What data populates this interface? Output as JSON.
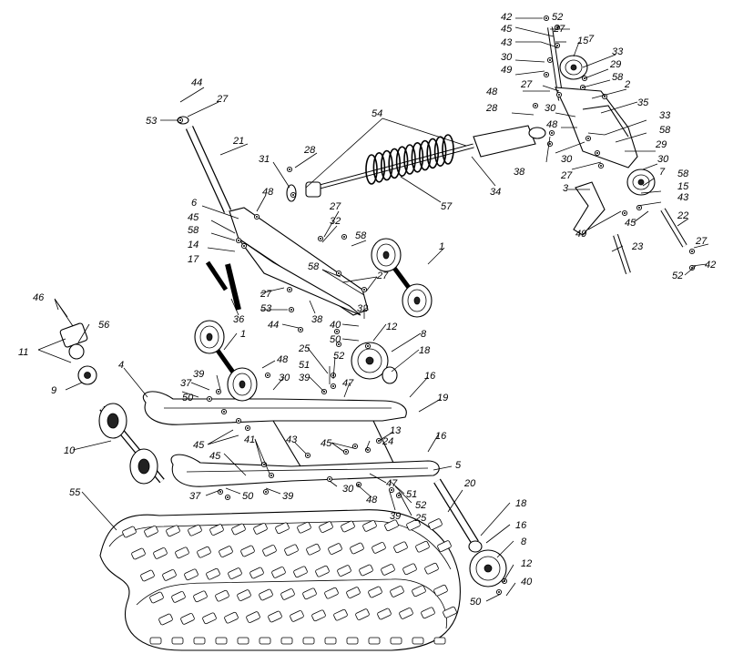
{
  "callouts": {
    "c42a": "42",
    "c52a": "52",
    "c45a": "45",
    "c27a": "27",
    "c15a": "15",
    "c7a": "7",
    "c43a": "43",
    "c33a": "33",
    "c30a": "30",
    "c29a": "29",
    "c49a": "49",
    "c58a": "58",
    "c27b": "27",
    "c2": "2",
    "c48a": "48",
    "c35": "35",
    "c28a": "28",
    "c30b": "30",
    "c33b": "33",
    "c48b": "48",
    "c58b": "58",
    "c30c": "30",
    "c29b": "29",
    "c27c": "27",
    "c30d": "30",
    "c38a": "38",
    "c7b": "7",
    "c58c": "58",
    "c3": "3",
    "c15b": "15",
    "c43b": "43",
    "c45b": "45",
    "c22": "22",
    "c49b": "49",
    "c23": "23",
    "c27d": "27",
    "c42b": "42",
    "c52b": "52",
    "c54": "54",
    "c34": "34",
    "c57": "57",
    "c28b": "28",
    "c31": "31",
    "c44a": "44",
    "c27e": "27",
    "c53a": "53",
    "c21": "21",
    "c6": "6",
    "c48c": "48",
    "c45c": "45",
    "c58d": "58",
    "c14": "14",
    "c17": "17",
    "c27f": "27",
    "c32a": "32",
    "c58e": "58",
    "c1a": "1",
    "c58f": "58",
    "c27g": "27",
    "c27h": "27",
    "c53b": "53",
    "c36": "36",
    "c38b": "38",
    "c32b": "32",
    "c44b": "44",
    "c40a": "40",
    "c50a": "50",
    "c12a": "12",
    "c8a": "8",
    "c18a": "18",
    "c46": "46",
    "c56": "56",
    "c11": "11",
    "c9": "9",
    "c1b": "1",
    "c48d": "48",
    "c25a": "25",
    "c52c": "52",
    "c51a": "51",
    "c39a": "39",
    "c47a": "47",
    "c16a": "16",
    "c19": "19",
    "c4": "4",
    "c39b": "39",
    "c37a": "37",
    "c50b": "50",
    "c30e": "30",
    "c10": "10",
    "c45d": "45",
    "c41": "41",
    "c43c": "43",
    "c45e": "45",
    "c24": "24",
    "c13": "13",
    "c16b": "16",
    "c5": "5",
    "c47b": "47",
    "c51b": "51",
    "c52d": "52",
    "c25b": "25",
    "c39c": "39",
    "c48e": "48",
    "c30f": "30",
    "c37b": "37",
    "c50c": "50",
    "c39d": "39",
    "c55": "55",
    "c20": "20",
    "c18b": "18",
    "c16c": "16",
    "c8b": "8",
    "c12b": "12",
    "c50d": "50",
    "c40b": "40"
  }
}
